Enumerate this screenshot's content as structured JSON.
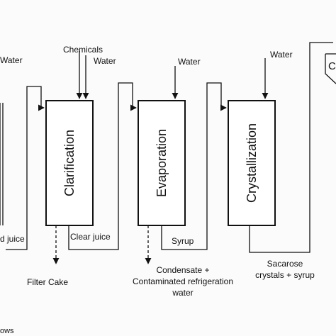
{
  "labels": {
    "water_left": "Water",
    "chemicals": "Chemicals",
    "water_clar": "Water",
    "water_evap": "Water",
    "water_cryst": "Water",
    "juice_left": "d juice",
    "clear_juice": "Clear juice",
    "syrup": "Syrup",
    "filter_cake": "Filter Cake",
    "condensate_1": "Condensate +",
    "condensate_2": "Contaminated refrigeration",
    "condensate_3": "water",
    "sacarose_1": "Sacarose",
    "sacarose_2": "crystals + syrup",
    "bottom_left": "ows",
    "right_edge": "C"
  },
  "units": {
    "clarification": "Clarification",
    "evaporation": "Evaporation",
    "crystallization": "Crystallization"
  }
}
